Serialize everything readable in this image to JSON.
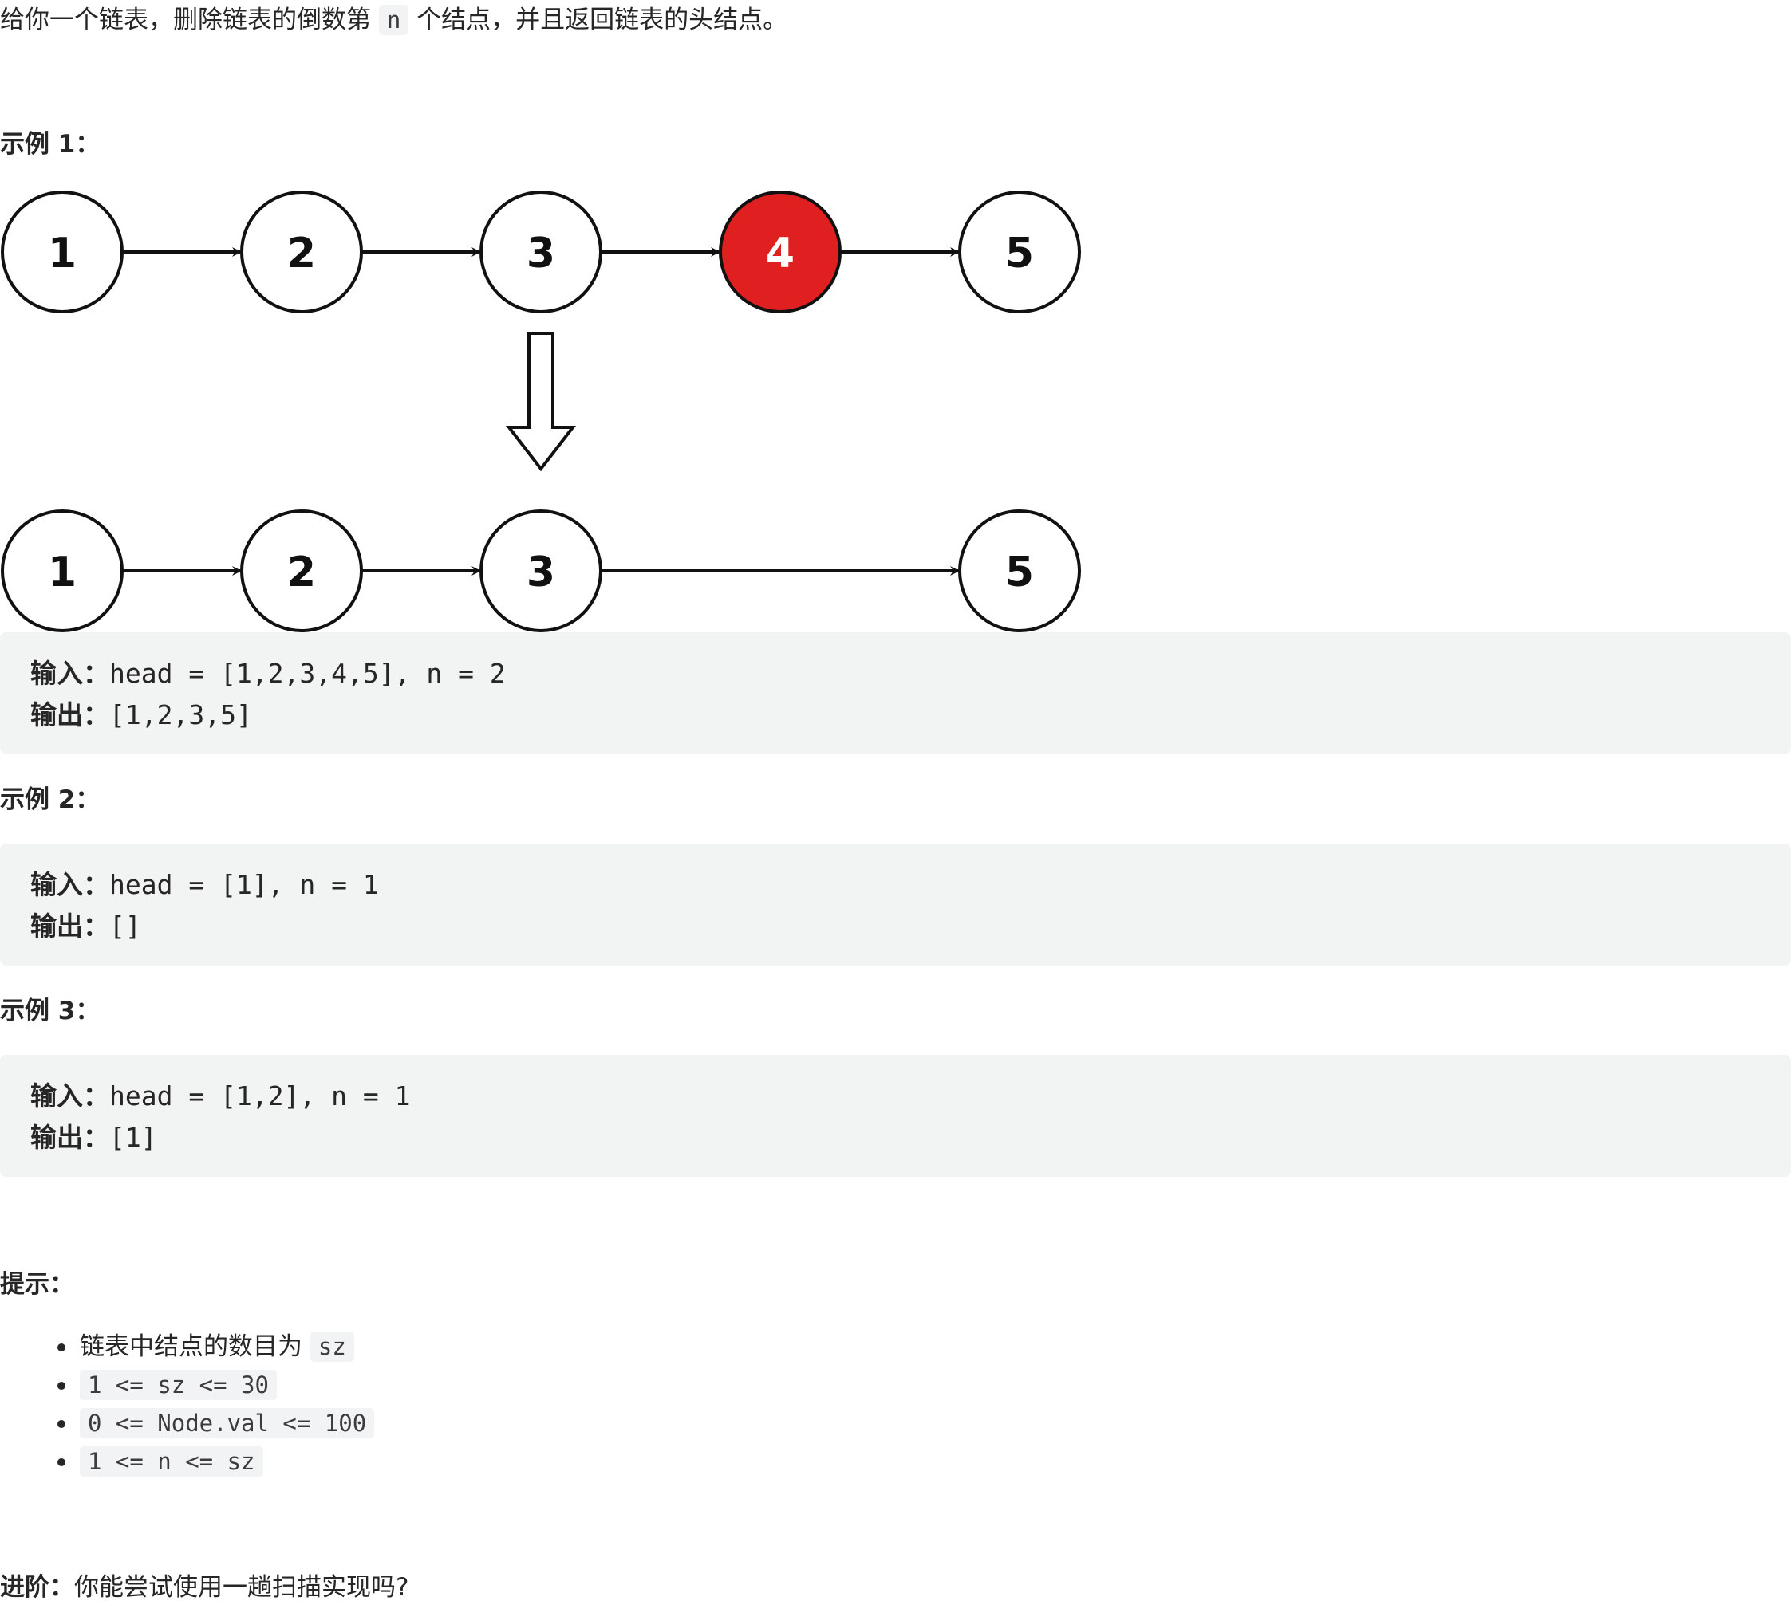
{
  "intro": {
    "before": "给你一个链表，删除链表的倒数第",
    "code": "n",
    "after": "个结点，并且返回链表的头结点。"
  },
  "examples": [
    {
      "heading": "示例 1：",
      "input_label": "输入：",
      "input_value": "head = [1,2,3,4,5], n = 2",
      "output_label": "输出：",
      "output_value": "[1,2,3,5]"
    },
    {
      "heading": "示例 2：",
      "input_label": "输入：",
      "input_value": "head = [1], n = 1",
      "output_label": "输出：",
      "output_value": "[]"
    },
    {
      "heading": "示例 3：",
      "input_label": "输入：",
      "input_value": "head = [1,2], n = 1",
      "output_label": "输出：",
      "output_value": "[1]"
    }
  ],
  "diagram": {
    "before_list": [
      "1",
      "2",
      "3",
      "4",
      "5"
    ],
    "after_list": [
      "1",
      "2",
      "3",
      "5"
    ],
    "removed_value": "4",
    "removed_color": "#e02020",
    "node_border_color": "#111111",
    "arrow_icon": "down-arrow-icon"
  },
  "hints": {
    "heading": "提示：",
    "items": [
      {
        "text": "链表中结点的数目为",
        "code": "sz"
      },
      {
        "text": "",
        "code": "1 <= sz <= 30"
      },
      {
        "text": "",
        "code": "0 <= Node.val <= 100"
      },
      {
        "text": "",
        "code": "1 <= n <= sz"
      }
    ]
  },
  "advanced": {
    "label": "进阶：",
    "text": "你能尝试使用一趟扫描实现吗?"
  }
}
